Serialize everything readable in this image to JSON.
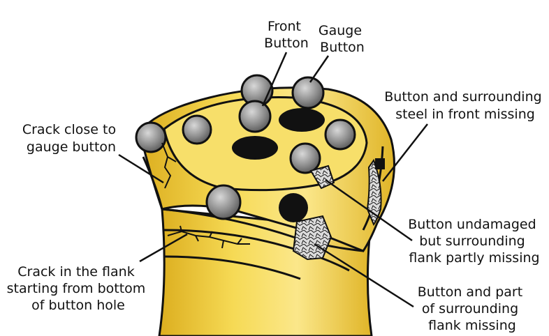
{
  "labels": {
    "front_button": [
      "Front",
      "Button"
    ],
    "gauge_button": [
      "Gauge",
      "Button"
    ],
    "steel_missing": [
      "Button and surrounding",
      "steel in front missing"
    ],
    "crack_gauge": [
      "Crack close to",
      "gauge button"
    ],
    "flank_partly_missing": [
      "Button undamaged",
      "but surrounding",
      "flank partly missing"
    ],
    "crack_flank": [
      "Crack in the flank",
      "starting from bottom",
      "of button hole"
    ],
    "flank_missing": [
      "Button and part",
      "of surrounding",
      "flank missing"
    ]
  },
  "colors": {
    "body_fill": "#f3d34c",
    "body_highlight": "#fbe88a",
    "body_shadow": "#d8ad1c",
    "outline": "#111111",
    "button_fill": "#8a8a8a",
    "button_highlight": "#d2d2d2",
    "broken_fill": "#d7d7d7"
  }
}
